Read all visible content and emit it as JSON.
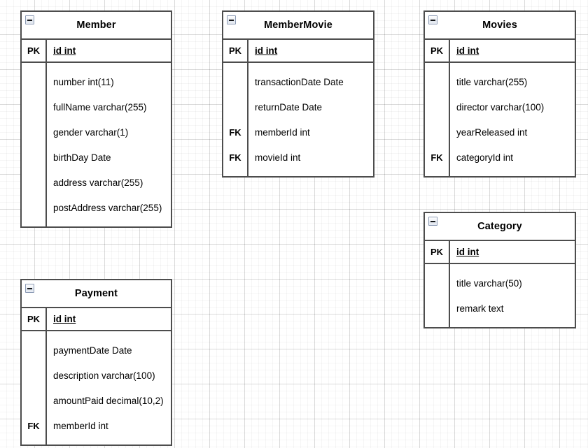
{
  "diagram": {
    "type": "entity-relationship-diagram",
    "canvas": {
      "background": "#ffffff",
      "grid_minor_color": "#f2f2f2",
      "grid_major_color": "#e3e3e3",
      "grid_minor_size": 10,
      "grid_major_size": 50
    },
    "style": {
      "border_color": "#4d4d4d",
      "text_color": "#000000",
      "entity_fill": "#ffffff"
    },
    "collapse_icon": "minus-icon",
    "key_labels": {
      "primary": "PK",
      "foreign": "FK"
    },
    "entities": [
      {
        "id": "member",
        "title": "Member",
        "columns": [
          {
            "key": "PK",
            "name": "id int",
            "primary": true
          },
          {
            "key": "",
            "name": "number int(11)",
            "primary": false
          },
          {
            "key": "",
            "name": "fullName varchar(255)",
            "primary": false
          },
          {
            "key": "",
            "name": "gender varchar(1)",
            "primary": false
          },
          {
            "key": "",
            "name": "birthDay Date",
            "primary": false
          },
          {
            "key": "",
            "name": "address varchar(255)",
            "primary": false
          },
          {
            "key": "",
            "name": "postAddress varchar(255)",
            "primary": false
          }
        ]
      },
      {
        "id": "membermovie",
        "title": "MemberMovie",
        "columns": [
          {
            "key": "PK",
            "name": "id int",
            "primary": true
          },
          {
            "key": "",
            "name": "transactionDate Date",
            "primary": false
          },
          {
            "key": "",
            "name": "returnDate Date",
            "primary": false
          },
          {
            "key": "FK",
            "name": "memberId int",
            "primary": false
          },
          {
            "key": "FK",
            "name": "movieId int",
            "primary": false
          }
        ]
      },
      {
        "id": "movies",
        "title": "Movies",
        "columns": [
          {
            "key": "PK",
            "name": "id int",
            "primary": true
          },
          {
            "key": "",
            "name": "title varchar(255)",
            "primary": false
          },
          {
            "key": "",
            "name": "director varchar(100)",
            "primary": false
          },
          {
            "key": "",
            "name": "yearReleased int",
            "primary": false
          },
          {
            "key": "FK",
            "name": "categoryId int",
            "primary": false
          }
        ]
      },
      {
        "id": "category",
        "title": "Category",
        "columns": [
          {
            "key": "PK",
            "name": "id int",
            "primary": true
          },
          {
            "key": "",
            "name": "title varchar(50)",
            "primary": false
          },
          {
            "key": "",
            "name": "remark text",
            "primary": false
          }
        ]
      },
      {
        "id": "payment",
        "title": "Payment",
        "columns": [
          {
            "key": "PK",
            "name": "id int",
            "primary": true
          },
          {
            "key": "",
            "name": "paymentDate Date",
            "primary": false
          },
          {
            "key": "",
            "name": "description varchar(100)",
            "primary": false
          },
          {
            "key": "",
            "name": "amountPaid decimal(10,2)",
            "primary": false
          },
          {
            "key": "FK",
            "name": "memberId int",
            "primary": false
          }
        ]
      }
    ]
  }
}
